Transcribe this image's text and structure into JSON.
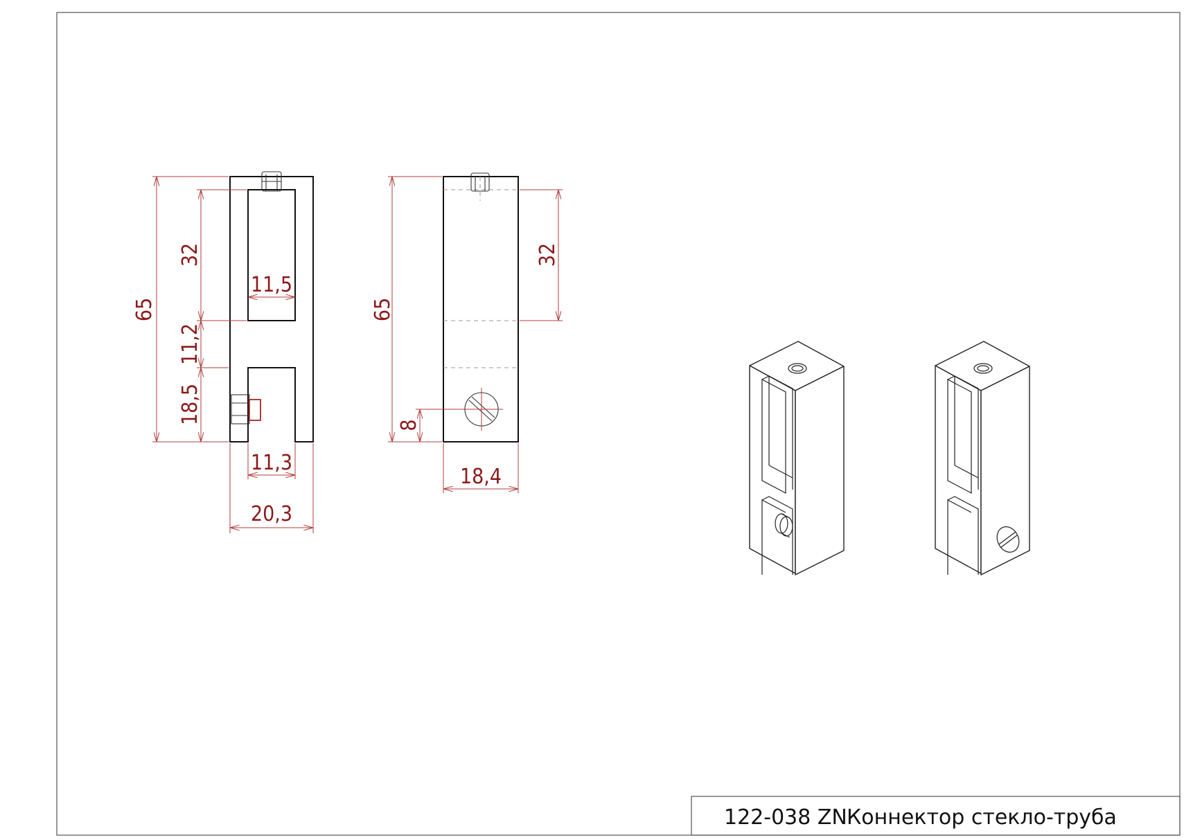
{
  "title_block": {
    "code": "122-038 ZN",
    "name": "Коннектор стекло-труба"
  },
  "front_view": {
    "height": "65",
    "upper_slot_height": "32",
    "upper_slot_width": "11,5",
    "gap_height": "11,2",
    "lower_slot_height": "18,5",
    "lower_slot_width": "11,3",
    "overall_width": "20,3"
  },
  "side_view": {
    "height": "65",
    "upper_height": "32",
    "screw_height": "8",
    "width": "18,4"
  },
  "colors": {
    "dimension": "#b03b3b",
    "outline": "#111111"
  }
}
